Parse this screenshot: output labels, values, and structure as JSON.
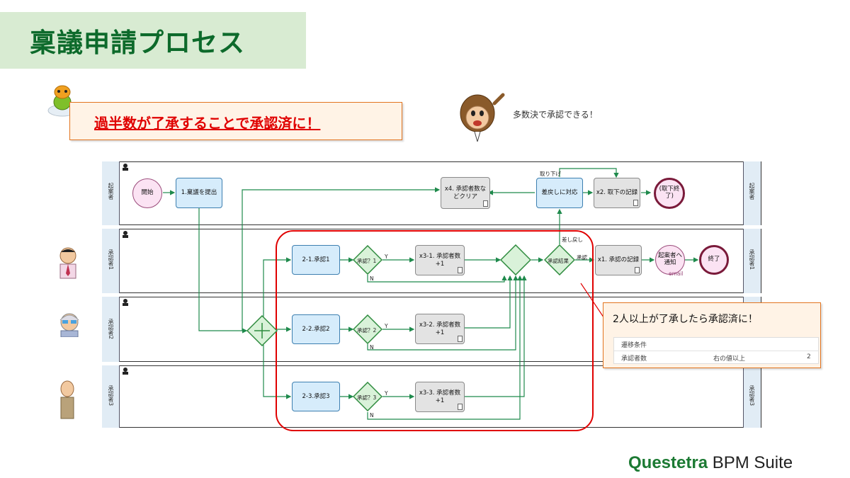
{
  "header": {
    "title": "稟議申請プロセス"
  },
  "callout": {
    "text": "過半数が了承することで承認済に！"
  },
  "speech": {
    "text": "多数決で承認できる！"
  },
  "lanes": {
    "applicant": "起案者",
    "approver1": "承認者1",
    "approver2": "承認者2",
    "approver3": "承認者3"
  },
  "nodes": {
    "start": "開始",
    "submit": "1.稟議を提出",
    "clear": "x4. 承認者数などクリア",
    "respond": "差戻しに対応",
    "withdraw_record": "x2. 取下の記録",
    "withdraw_end": "(取下終了)",
    "approve1": "2-1.承認1",
    "approve2": "2-2.承認2",
    "approve3": "2-3.承認3",
    "gw1": "承認？1",
    "gw2": "承認？2",
    "gw3": "承認？3",
    "count1": "x3-1. 承認者数+1",
    "count2": "x3-2. 承認者数+1",
    "count3": "x3-3. 承認者数+1",
    "result": "承認結果",
    "record": "x1. 承認の記録",
    "notify": "起案者へ通知",
    "end": "終了"
  },
  "flow_labels": {
    "no": "N",
    "yes": "Y",
    "withdraw": "取り下げ",
    "sendback": "差し戻し",
    "approved": "承認",
    "email": "email"
  },
  "note": {
    "title": "2人以上が了承したら承認済に！",
    "table_header": "遷移条件",
    "row_label": "承認者数",
    "row_operator": "右の値以上",
    "row_value": "2"
  },
  "brand": {
    "name": "Questetra",
    "suffix": " BPM Suite"
  },
  "colors": {
    "accent_green": "#0d6a2b",
    "highlight_red": "#e00000",
    "note_orange": "#e2741f"
  }
}
